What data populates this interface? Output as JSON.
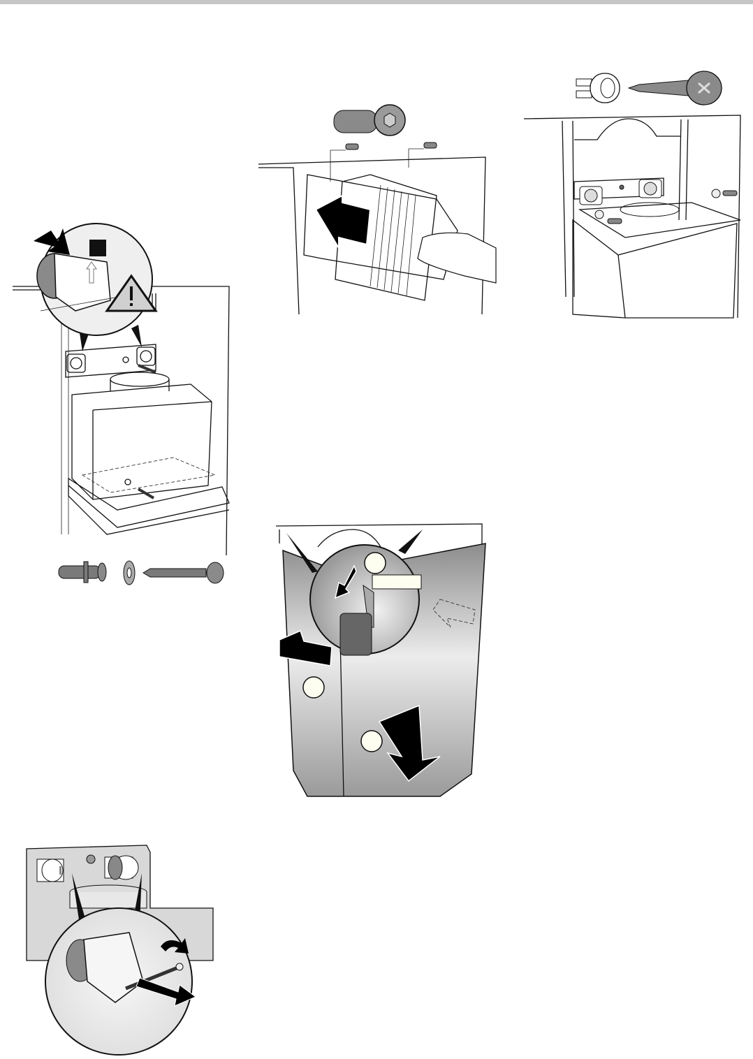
{
  "page": {
    "header_bar_color": "#c6c6c6",
    "background_color": "#ffffff"
  },
  "colors": {
    "outline": "#111111",
    "metal_light": "#e8e8e8",
    "metal_dark": "#8a8a8a",
    "screw": "#7a7a7a",
    "arrow": "#000000",
    "marker_circle": "#fdfdf0",
    "warning_fill": "#d0d0d0"
  },
  "figures": [
    {
      "id": "fig-1",
      "icons": [
        "push-arrow-icon",
        "warning-triangle-icon",
        "wall-plug-icon",
        "washer-icon",
        "screw-icon",
        "magnifier-callout-icon"
      ]
    },
    {
      "id": "fig-2",
      "icons": [
        "torx-screw-icon",
        "slide-left-arrow-icon",
        "hand-icon"
      ]
    },
    {
      "id": "fig-3",
      "icons": [
        "wall-plug-icon",
        "pan-head-screw-icon"
      ]
    },
    {
      "id": "fig-4",
      "icons": [
        "step-marker-icon",
        "step-marker-icon",
        "step-marker-icon",
        "push-arrow-icon",
        "down-arrow-icon",
        "dashed-arrow-icon",
        "magnifier-callout-icon"
      ]
    },
    {
      "id": "fig-5",
      "icons": [
        "screwdriver-icon",
        "rotate-arrow-icon",
        "pull-arrow-icon",
        "magnifier-callout-icon"
      ]
    }
  ]
}
